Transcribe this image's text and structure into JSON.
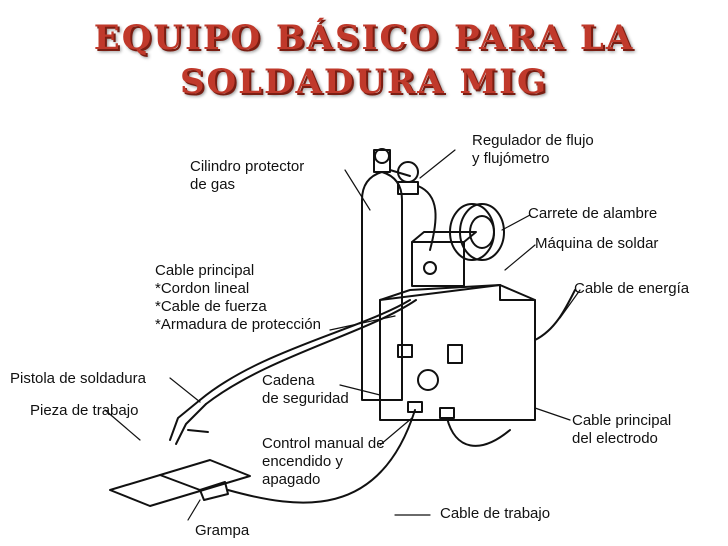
{
  "title": {
    "line1": "EQUIPO BÁSICO PARA LA",
    "line2": "SOLDADURA MIG"
  },
  "labels": {
    "regulador": [
      "Regulador de flujo",
      "y flujómetro"
    ],
    "cilindro": [
      "Cilindro protector",
      "de gas"
    ],
    "carrete": "Carrete de alambre",
    "maquina": "Máquina de soldar",
    "cable_principal": [
      "Cable principal",
      "*Cordon lineal",
      "*Cable de fuerza",
      "*Armadura de protección"
    ],
    "cable_energia": "Cable de energía",
    "pistola": "Pistola de soldadura",
    "pieza": "Pieza de trabajo",
    "cadena": [
      "Cadena",
      "de seguridad"
    ],
    "control": [
      "Control manual de",
      "encendido y",
      "apagado"
    ],
    "cable_electrodo": [
      "Cable principal",
      "del electrodo"
    ],
    "cable_trabajo": "Cable de trabajo",
    "grampa": "Grampa"
  },
  "colors": {
    "title": "#c0392b",
    "line": "#111111"
  }
}
